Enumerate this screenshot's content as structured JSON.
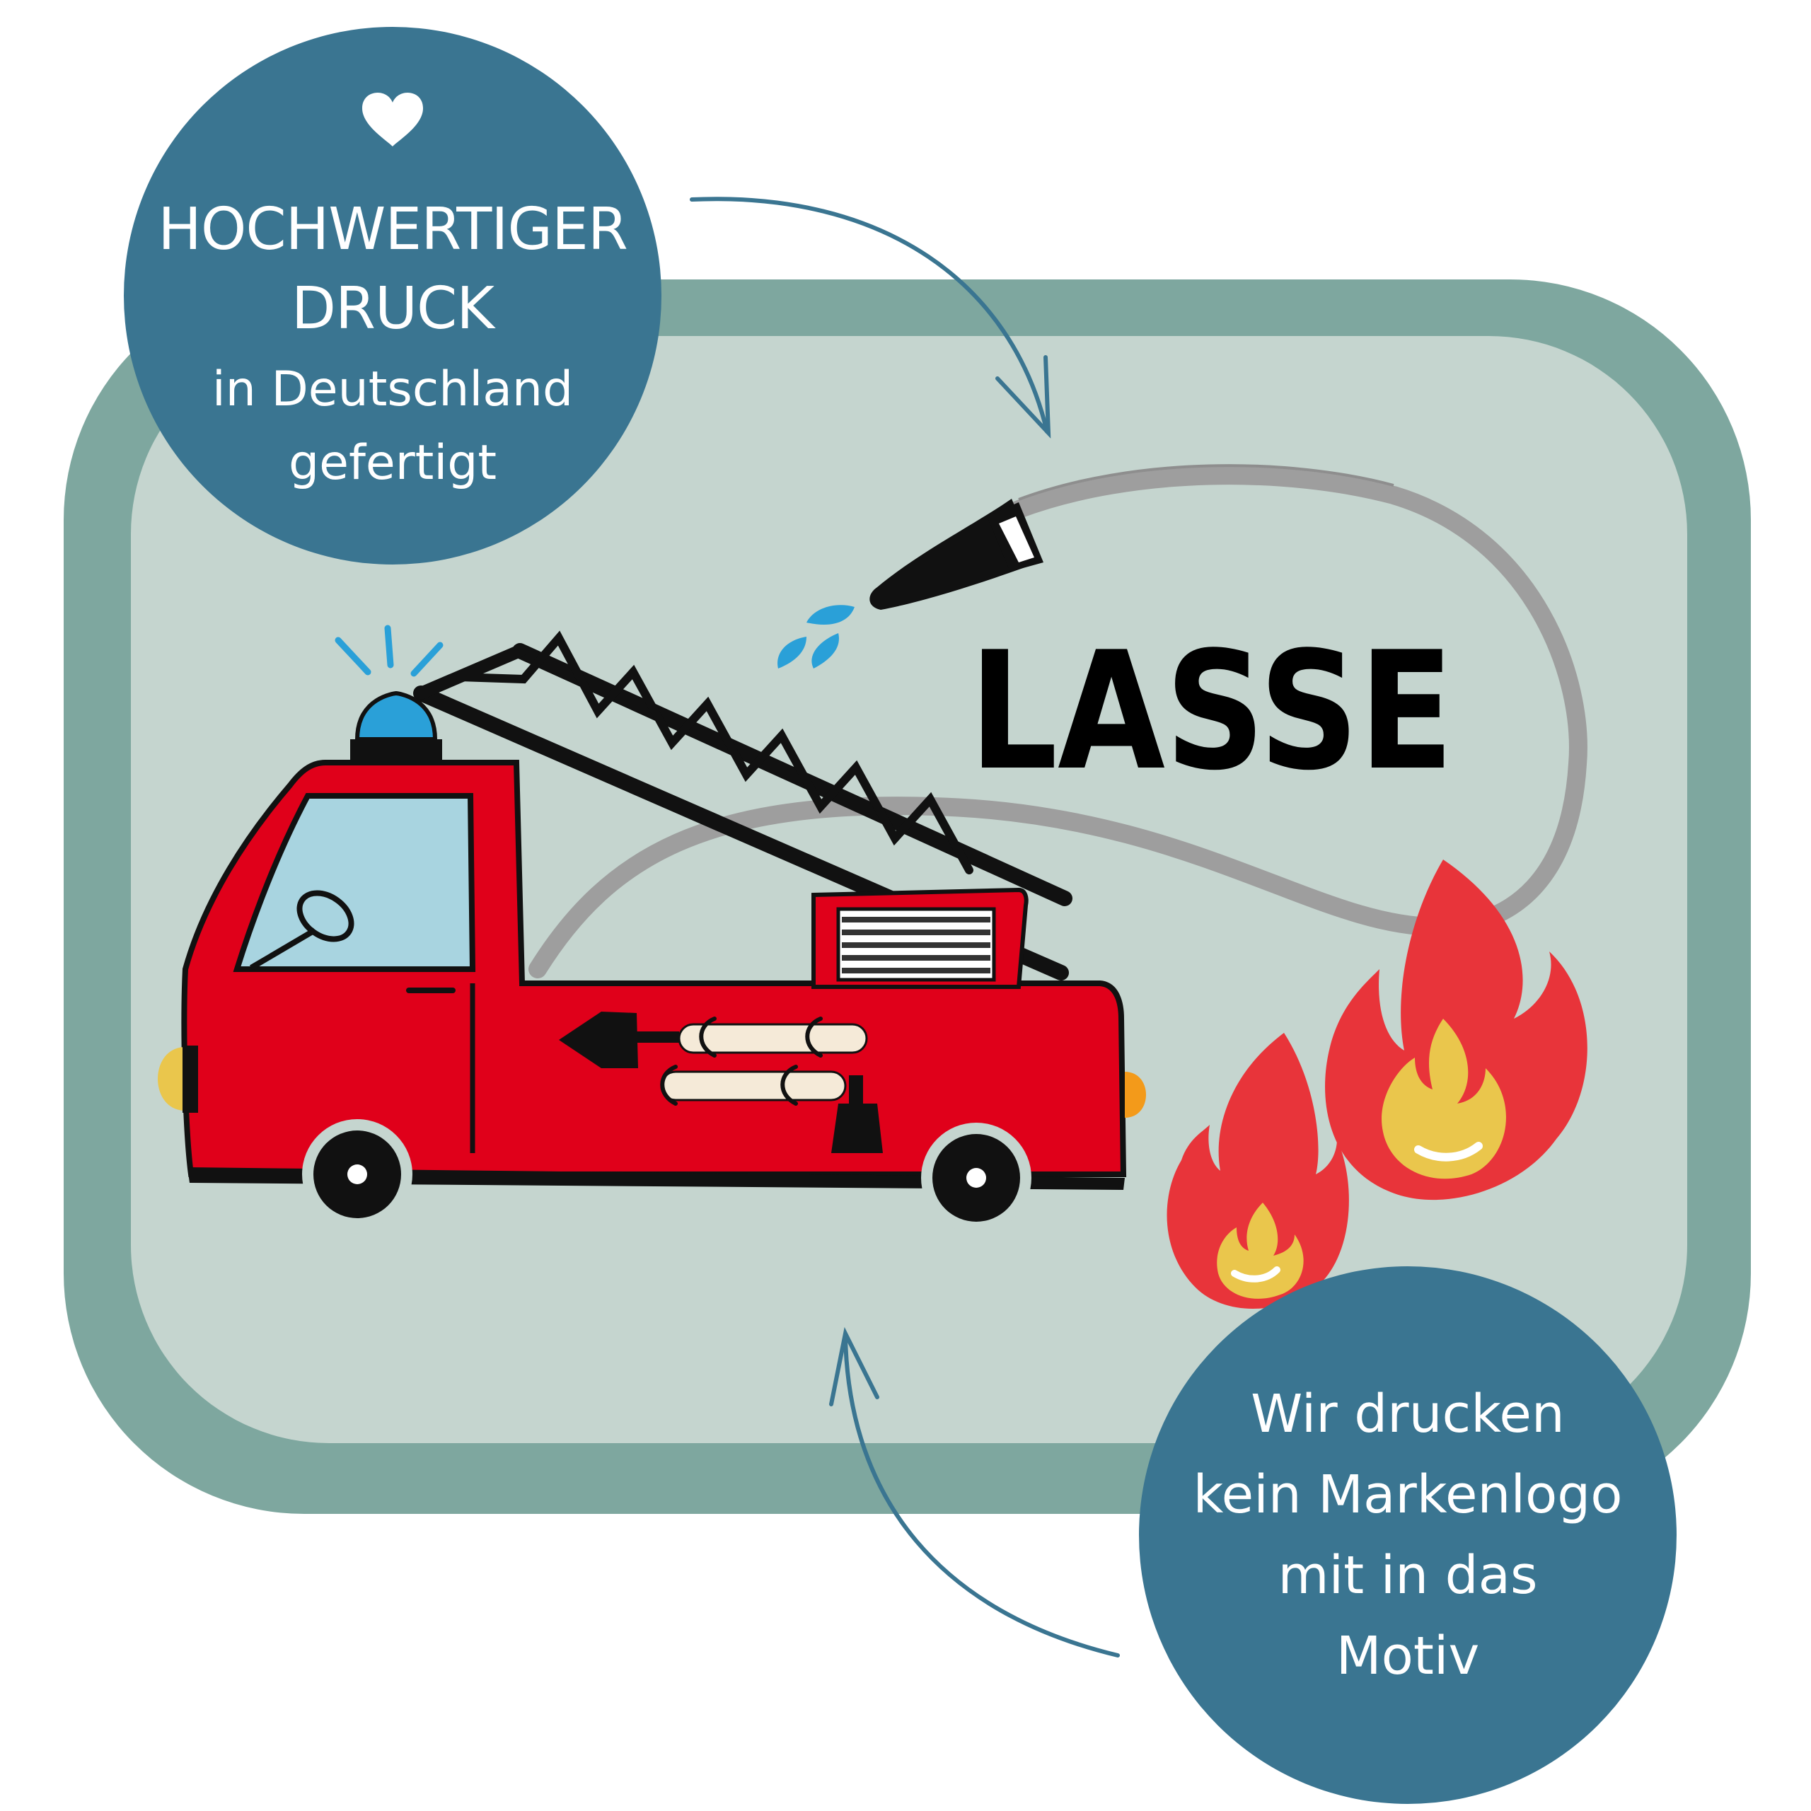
{
  "badges": {
    "top": {
      "title_line1": "HOCHWERTIGER",
      "title_line2": "DRUCK",
      "sub_line1": "in Deutschland",
      "sub_line2": "gefertigt",
      "icon": "heart-icon"
    },
    "bottom": {
      "line1": "Wir drucken",
      "line2": "kein Markenlogo",
      "line3": "mit in das",
      "line4": "Motiv"
    }
  },
  "lid": {
    "name": "LASSE"
  },
  "colors": {
    "badge": "#3a7591",
    "lid_rim": "#7ea79f",
    "lid_surface": "#c5d5cf",
    "truck_red": "#e0001a",
    "flame_red": "#e8343a",
    "flame_yellow": "#eac64c",
    "hose": "#9e9e9e",
    "siren": "#2aa0d8",
    "arrow": "#3a7591"
  }
}
